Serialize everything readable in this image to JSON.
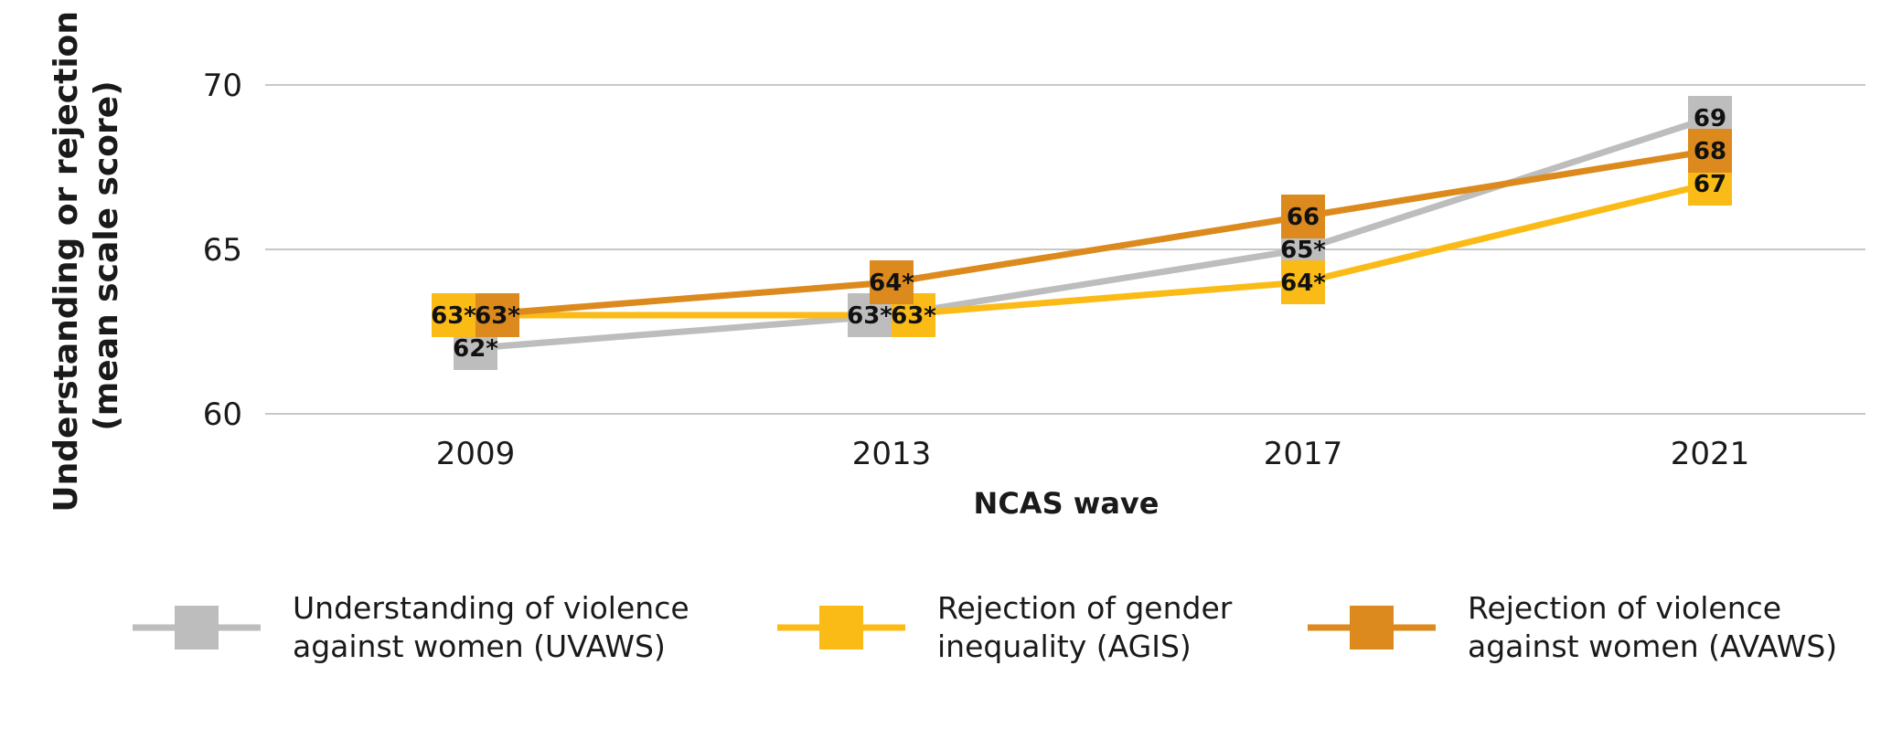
{
  "chart_data": {
    "type": "line",
    "xlabel": "NCAS wave",
    "ylabel_lines": [
      "Understanding or rejection",
      "(mean scale score)"
    ],
    "categories": [
      "2009",
      "2013",
      "2017",
      "2021"
    ],
    "yticks": [
      "60",
      "65",
      "70"
    ],
    "ylim": [
      60,
      70
    ],
    "grid": true,
    "legend_position": "bottom",
    "series": [
      {
        "name": "Understanding of violence against women (UVAWS)",
        "legend_lines": [
          "Understanding of violence",
          "against women (UVAWS)"
        ],
        "color": "#BDBDBD",
        "values": [
          62,
          63,
          65,
          69
        ],
        "labels": [
          "62*",
          "63*",
          "65*",
          "69"
        ]
      },
      {
        "name": "Rejection of gender inequality (AGIS)",
        "legend_lines": [
          "Rejection of gender",
          "inequality (AGIS)"
        ],
        "color": "#FBBB16",
        "values": [
          63,
          63,
          64,
          67
        ],
        "labels": [
          "63*",
          "63*",
          "64*",
          "67"
        ]
      },
      {
        "name": "Rejection of violence against women (AVAWS)",
        "legend_lines": [
          "Rejection of violence",
          "against women (AVAWS)"
        ],
        "color": "#DC8A1D",
        "values": [
          63,
          64,
          66,
          68
        ],
        "labels": [
          "63*",
          "64*",
          "66",
          "68"
        ]
      }
    ]
  }
}
